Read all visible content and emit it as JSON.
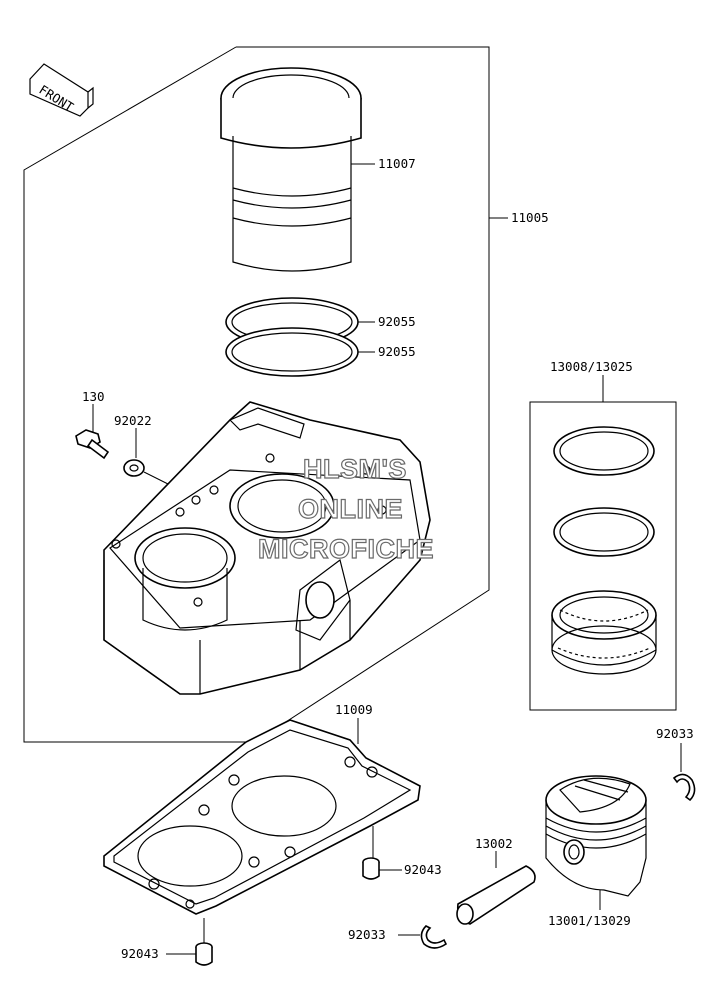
{
  "front_label": "FRONT",
  "watermark": [
    "HLSM'S",
    "ONLINE",
    "MICROFICHE"
  ],
  "part_labels": {
    "sleeve": "11007",
    "cylinder_assy": "11005",
    "ring_top": "92055",
    "ring_second": "92055",
    "bolt": "130",
    "washer": "92022",
    "ring_set": "13008/13025",
    "gasket": "11009",
    "circlip_right": "92033",
    "pin": "13002",
    "dowel_upper": "92043",
    "dowel_lower": "92043",
    "circlip_left": "92033",
    "piston": "13001/13029"
  }
}
